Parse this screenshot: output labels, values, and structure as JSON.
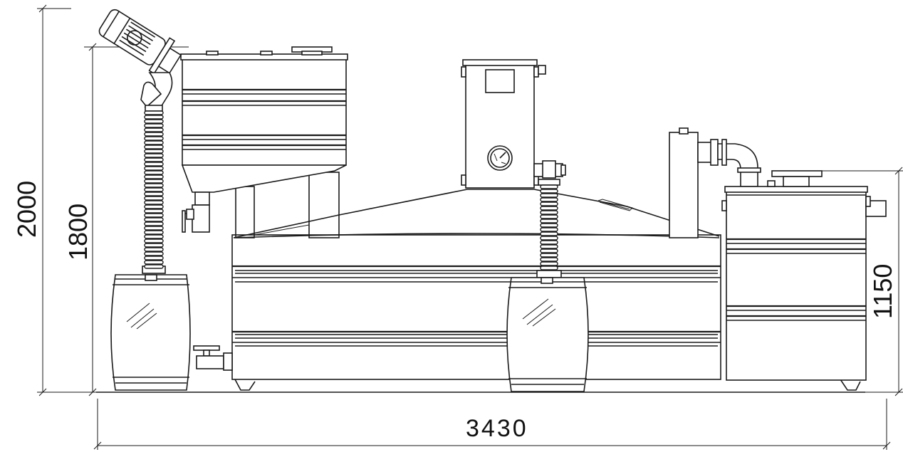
{
  "dimensions": {
    "overall_height": "2000",
    "upper_height": "1800",
    "right_unit_height": "1150",
    "overall_length": "3430"
  },
  "colors": {
    "line": "#1a1a1a",
    "background": "#ffffff"
  }
}
